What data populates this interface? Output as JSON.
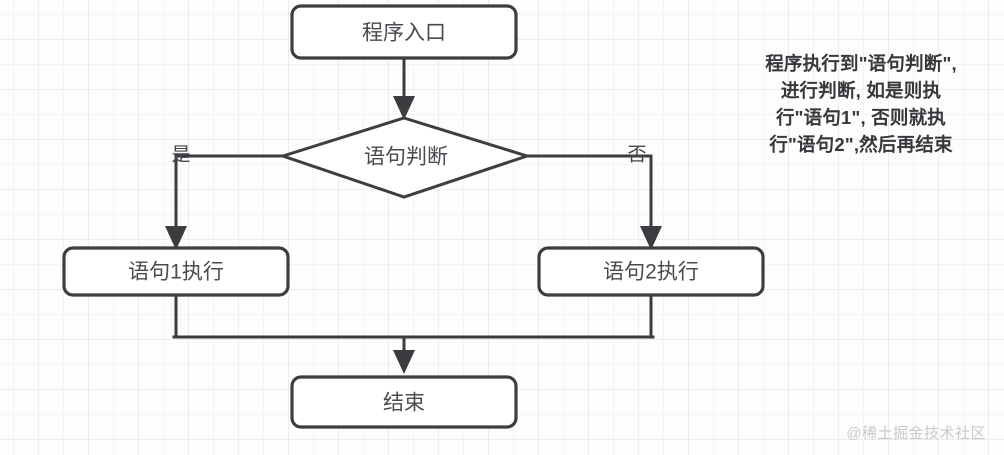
{
  "diagram": {
    "title": "if-else flowchart",
    "background_color": "#fdfdfd",
    "grid_color": "#ececed",
    "stroke_color": "#3b3b40",
    "label_color": "#4a4a50",
    "nodes": {
      "start": {
        "label": "程序入口",
        "shape": "rounded-rect"
      },
      "decision": {
        "label": "语句判断",
        "shape": "diamond"
      },
      "branch_true": {
        "label": "语句1执行",
        "shape": "rounded-rect"
      },
      "branch_false": {
        "label": "语句2执行",
        "shape": "rounded-rect"
      },
      "end": {
        "label": "结束",
        "shape": "rounded-rect"
      }
    },
    "edges": {
      "yes_label": "是",
      "no_label": "否"
    }
  },
  "annotation": {
    "color": "#37373c",
    "lines": [
      "程序执行到\"语句判断\",",
      "进行判断, 如是则执",
      "行\"语句1\", 否则就执",
      "行\"语句2\",然后再结束"
    ]
  },
  "watermark": {
    "text": "@稀土掘金技术社区",
    "color": "#c9c9cb"
  }
}
